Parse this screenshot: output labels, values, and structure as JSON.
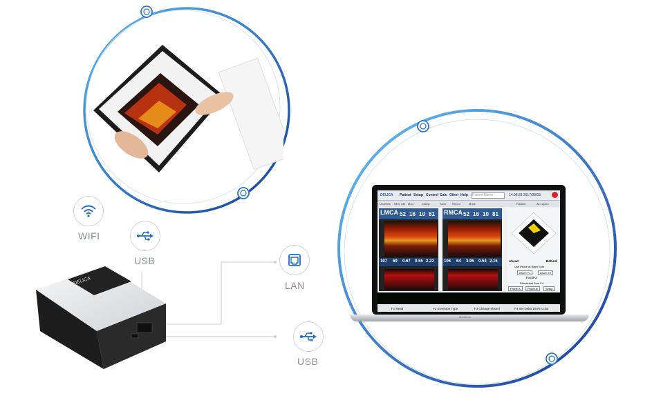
{
  "labels": {
    "wifi": "WIFI",
    "usb_top": "USB",
    "lan": "LAN",
    "usb_bottom": "USB"
  },
  "device": {
    "brand": "DELICA"
  },
  "laptop": {
    "base_label": "MacBook",
    "app": {
      "brand": "DELICA",
      "menu": [
        "Patient",
        "Setup",
        "Control",
        "Calc",
        "Other",
        "Help"
      ],
      "search_placeholder": "Patient Name",
      "datetime": "14:08:33 2017/08/03",
      "toolbar2": [
        "Undelete",
        "NEO 444",
        "Mod",
        "Clamp",
        "Save",
        "Report",
        "Mode",
        "Position",
        "All Layout"
      ],
      "left_panel": {
        "vessel": "LMCA",
        "values": [
          "52",
          "16",
          "10",
          "81"
        ],
        "stats": [
          "107",
          "69",
          "0.67",
          "0.55",
          "2.22"
        ]
      },
      "mid_panel": {
        "vessel": "RMCA",
        "values": [
          "52",
          "16",
          "10",
          "81"
        ],
        "stats": [
          "106",
          "64",
          "3.95",
          "0.54",
          "2.15"
        ]
      },
      "side": {
        "left_label": "Ahead",
        "right_label": "Behind",
        "option": "Use Probe at Right Side",
        "btn1": "Dsum F1",
        "btn2": "Dsum F2",
        "track": "TrackF3",
        "directional": "Directional Sum F4",
        "tabs": [
          "Probe-A",
          "Probe-B",
          "Setup"
        ]
      },
      "bottom": [
        "F1 Read",
        "F2 Envelope Type",
        "F3 Change Vessel",
        "F4 Set Delta 100% Color"
      ]
    }
  },
  "colors": {
    "ring": "#1b5fb5",
    "ring_light": "#4aa4e0",
    "icon_blue": "#1f6fc0",
    "label_gray": "#8a8f96"
  }
}
